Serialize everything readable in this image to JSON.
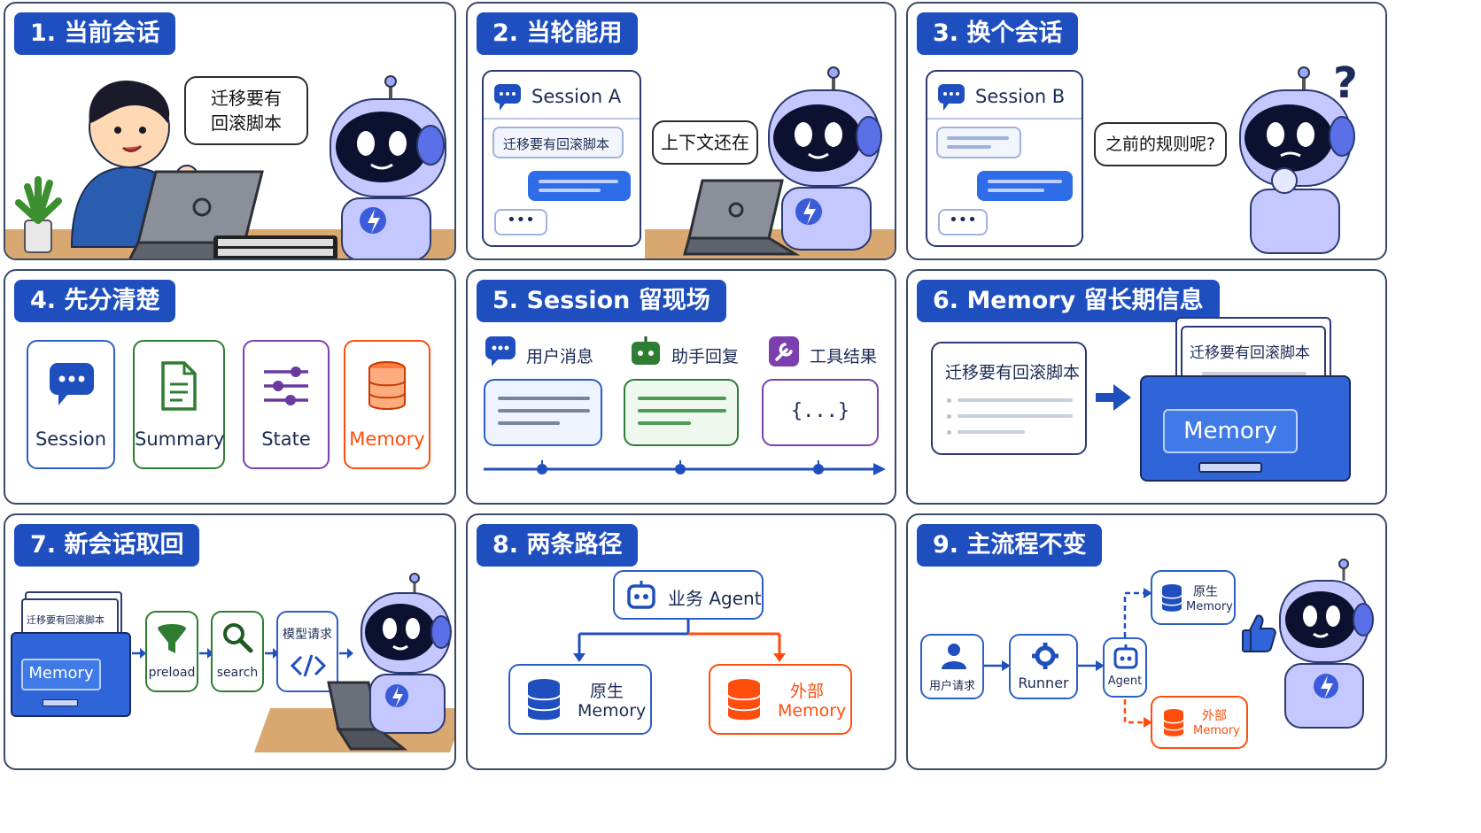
{
  "panels": {
    "p1": {
      "title": "1. 当前会话",
      "bubble": "迁移要有\n回滚脚本"
    },
    "p2": {
      "title": "2. 当轮能用",
      "session_title": "Session A",
      "chat_msg": "迁移要有回滚脚本",
      "bubble": "上下文还在"
    },
    "p3": {
      "title": "3. 换个会话",
      "session_title": "Session B",
      "bubble": "之前的规则呢?",
      "question_mark": "?"
    },
    "p4": {
      "title": "4. 先分清楚",
      "items": [
        "Session",
        "Summary",
        "State",
        "Memory"
      ]
    },
    "p5": {
      "title": "5. Session 留现场",
      "columns": [
        "用户消息",
        "助手回复",
        "工具结果"
      ],
      "tool_body": "{...}"
    },
    "p6": {
      "title": "6. Memory 留长期信息",
      "note_title": "迁移要有回滚脚本",
      "card_title": "迁移要有回滚脚本",
      "box_label": "Memory"
    },
    "p7": {
      "title": "7. 新会话取回",
      "card_title": "迁移要有回滚脚本",
      "box_label": "Memory",
      "steps": [
        "preload",
        "search",
        "模型请求"
      ]
    },
    "p8": {
      "title": "8. 两条路径",
      "root": "业务 Agent",
      "left": [
        "原生",
        "Memory"
      ],
      "right": [
        "外部",
        "Memory"
      ]
    },
    "p9": {
      "title": "9. 主流程不变",
      "user": "用户请求",
      "runner": "Runner",
      "agent": "Agent",
      "native": [
        "原生",
        "Memory"
      ],
      "external": [
        "外部",
        "Memory"
      ]
    }
  },
  "colors": {
    "blue": "#1f4fbf",
    "green": "#2e7d32",
    "purple": "#7b3fb0",
    "orange": "#ff4d0d"
  }
}
